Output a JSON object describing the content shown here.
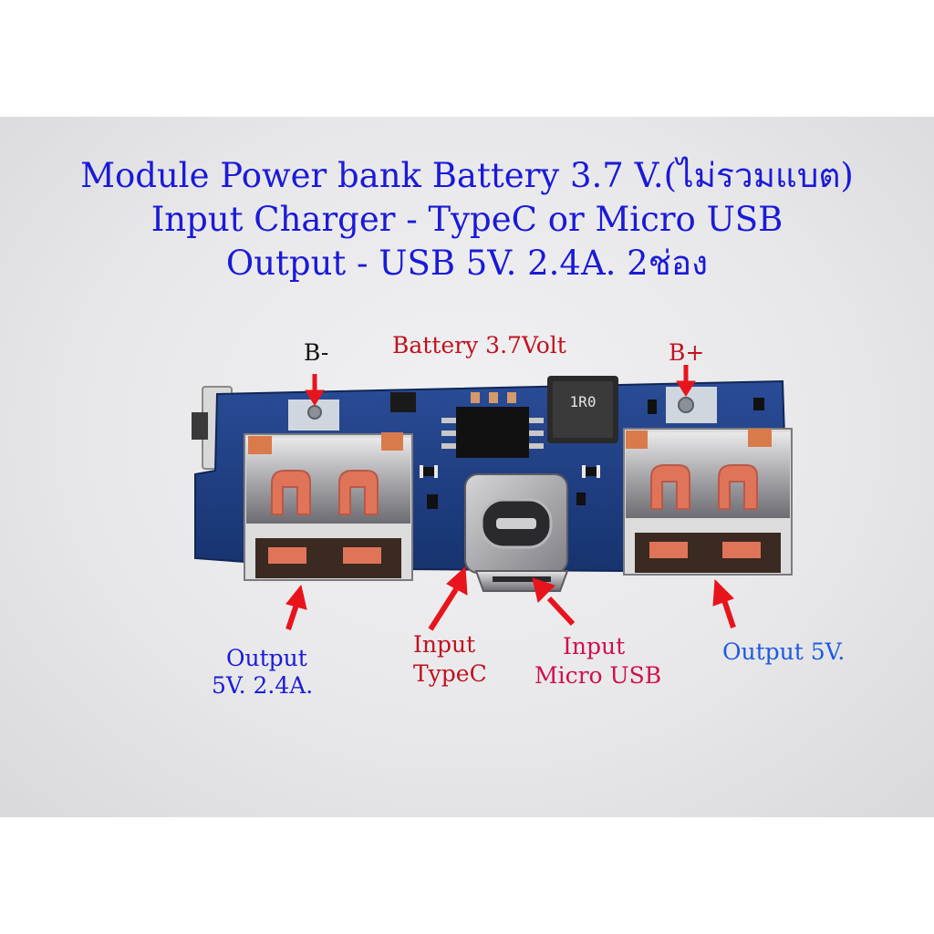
{
  "title": {
    "line1": "Module Power bank Battery 3.7 V.(ไม่รวมแบต)",
    "line2": "Input Charger - TypeC or Micro USB",
    "line3": "Output - USB 5V. 2.4A.  2ช่อง"
  },
  "labels": {
    "b_minus": "B-",
    "b_plus": "B+",
    "battery": "Battery 3.7Volt",
    "output_left_1": "Output",
    "output_left_2": "5V. 2.4A.",
    "input_typec_1": "Input",
    "input_typec_2": "TypeC",
    "input_micro_1": "Input",
    "input_micro_2": "Micro USB",
    "output_right": "Output 5V."
  },
  "board": {
    "inductor_marking": "1R0"
  },
  "colors": {
    "title": "#1a1ad8",
    "label_red": "#c0121e",
    "label_blue": "#1a1ad8",
    "arrow": "#e8141c",
    "pcb": "#1f3f86"
  }
}
